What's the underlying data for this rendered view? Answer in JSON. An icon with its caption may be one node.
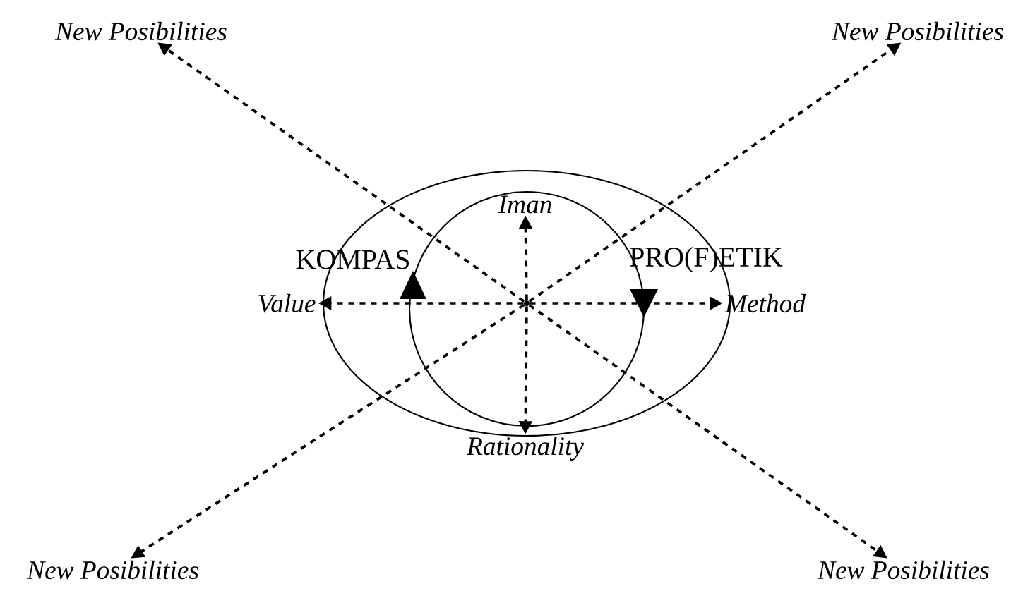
{
  "diagram": {
    "nodes": [
      {
        "text": [
          "New Posibilities"
        ]
      },
      {
        "text": [
          "New Posibilities"
        ]
      },
      {
        "text": [
          "Iman"
        ]
      },
      {
        "text": [
          "Value"
        ]
      },
      {
        "text": [
          "Method"
        ]
      },
      {
        "text": [
          "Rationality"
        ]
      },
      {
        "text": [
          "New Posibilities"
        ]
      },
      {
        "text": [
          "New Posibilities"
        ]
      },
      {
        "text": [],
        "shape": "dot"
      }
    ],
    "edges": [
      {
        "from": 8,
        "to": 0,
        "arrow": "to"
      },
      {
        "from": 8,
        "to": 1,
        "arrow": "to"
      },
      {
        "from": 8,
        "to": 2,
        "arrow": "to"
      },
      {
        "from": 8,
        "to": 3,
        "arrow": "to"
      },
      {
        "from": 8,
        "to": 4,
        "arrow": "to"
      },
      {
        "from": 8,
        "to": 5,
        "arrow": "to"
      },
      {
        "from": 8,
        "to": 6,
        "arrow": "to"
      },
      {
        "from": 8,
        "to": 7,
        "arrow": "to"
      }
    ],
    "labels": [
      "KOMPAS",
      "PRO(F)ETIK"
    ]
  }
}
